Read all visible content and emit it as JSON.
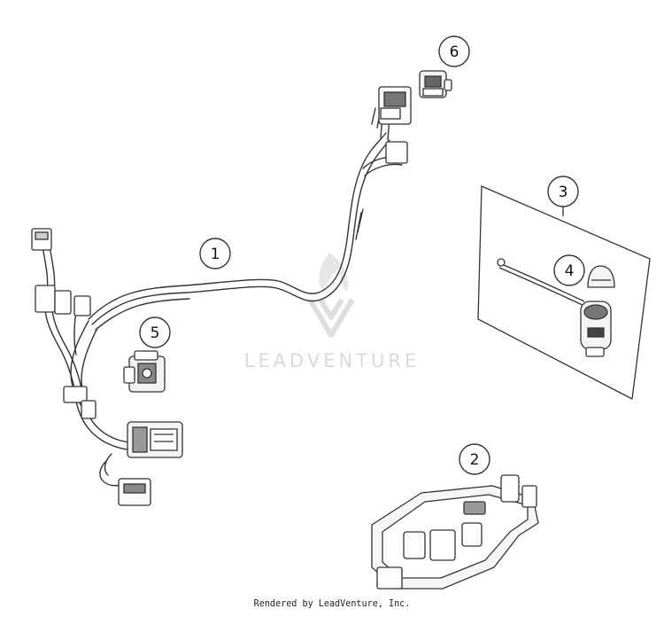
{
  "diagram": {
    "callouts": [
      {
        "label": "1"
      },
      {
        "label": "2"
      },
      {
        "label": "3"
      },
      {
        "label": "4"
      },
      {
        "label": "5"
      },
      {
        "label": "6"
      }
    ],
    "watermark": "LEADVENTURE",
    "footer_credit": "Rendered by LeadVenture, Inc."
  },
  "colors": {
    "line": "#333333",
    "watermark": "#d9d9d9",
    "background": "#ffffff"
  }
}
